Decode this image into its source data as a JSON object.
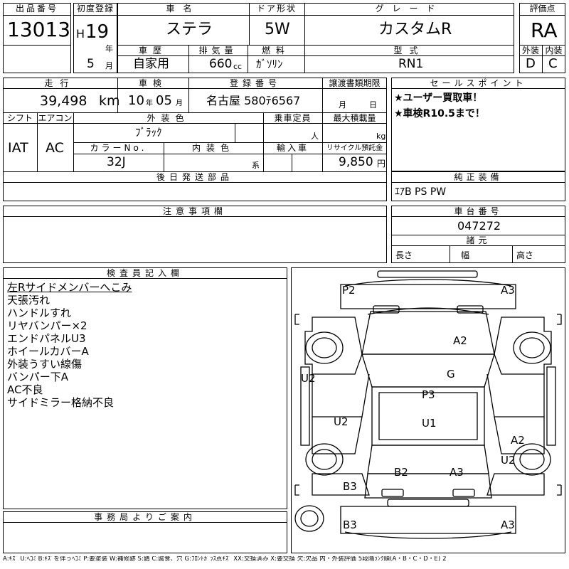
{
  "header": {
    "lot_label": "出品番号",
    "lot_number": "13013",
    "first_reg_label": "初度登録",
    "era": "H",
    "year": "19",
    "year_unit": "年",
    "month": "5",
    "month_unit": "月",
    "car_name_label": "車名",
    "car_name": "ステラ",
    "door_label": "ドア形状",
    "door": "5W",
    "grade_label": "グレード",
    "grade": "カスタムR",
    "score_label": "評価点",
    "score": "RA",
    "history_label": "車歴",
    "history": "自家用",
    "displacement_label": "排気量",
    "displacement": "660",
    "displacement_unit": "cc",
    "fuel_label": "燃料",
    "fuel": "ｶﾞｿﾘﾝ",
    "model_label": "型式",
    "model": "RN1",
    "exterior_label": "外装",
    "exterior": "D",
    "interior_label": "内装",
    "interior": "C"
  },
  "row2": {
    "mileage_label": "走行",
    "mileage": "39,498",
    "mileage_unit": "km",
    "inspection_label": "車検",
    "inspection_year": "10",
    "inspection_year_unit": "年",
    "inspection_month": "05",
    "inspection_month_unit": "月",
    "plate_label": "登録番号",
    "plate": "名古屋 580ﾃ6567",
    "transfer_label": "譲渡書類期限",
    "transfer_month_unit": "月",
    "transfer_day_unit": "日",
    "shift_label": "シフト",
    "shift": "IAT",
    "ac_label": "エアコン",
    "ac": "AC",
    "color_label": "外装色",
    "color": "ﾌﾞﾗｯｸ",
    "capacity_label": "乗車定員",
    "capacity_unit": "人",
    "max_load_label": "最大積載量",
    "max_load_unit": "kg",
    "color_no_label": "カラーNo.",
    "color_no": "32J",
    "interior_color_label": "内装色",
    "interior_color_unit": "系",
    "import_label": "輸入車",
    "recycle_label": "リサイクル預託金",
    "recycle": "9,850",
    "recycle_unit": "円"
  },
  "sales": {
    "label": "セールスポイント",
    "lines": [
      "★ユーザー買取車！",
      "★車検R10.5まで！"
    ]
  },
  "later_parts_label": "後日発送部品",
  "equipment": {
    "label": "純正装備",
    "value": "ｴｱB PS PW"
  },
  "notes_label": "注意事項欄",
  "chassis": {
    "label": "車台番号",
    "value": "047272"
  },
  "dims": {
    "label": "諸元",
    "length": "長さ",
    "width": "幅",
    "height": "高さ"
  },
  "inspector": {
    "label": "検査員記入欄",
    "lines": [
      "左Rサイドメンバーへこみ",
      "天張汚れ",
      "ハンドルすれ",
      "リヤバンパー×2",
      "エンドパネルU3",
      "ホイールカバーA",
      "外装うすい線傷",
      "バンパー下A",
      "AC不良",
      "サイドミラー格納不良"
    ]
  },
  "office_label": "事務局よりご案内",
  "diagram_marks": [
    {
      "id": "front-left",
      "text": "P2"
    },
    {
      "id": "front-right",
      "text": "A3"
    },
    {
      "id": "hood",
      "text": "A2"
    },
    {
      "id": "windshield",
      "text": "G"
    },
    {
      "id": "left-front-fender",
      "text": "U2"
    },
    {
      "id": "roof",
      "text": "P3"
    },
    {
      "id": "left-door",
      "text": "U2"
    },
    {
      "id": "roof-rear",
      "text": "U1"
    },
    {
      "id": "right-door",
      "text": "A2"
    },
    {
      "id": "right-rear-fender",
      "text": "U2"
    },
    {
      "id": "rear-left",
      "text": "B2"
    },
    {
      "id": "rear-right",
      "text": "A3"
    },
    {
      "id": "left-rear-quarter",
      "text": "B3"
    },
    {
      "id": "rear-bumper-left",
      "text": "B3"
    },
    {
      "id": "rear-bumper-right",
      "text": "A3"
    }
  ],
  "legend": "A:ｷｽﾞ U:ﾍｺﾐ B:ｷｽﾞを伴うﾍｺﾐ P:要塗装 W:補修跡 S:錆 C:腐食、穴 G:ﾌﾛﾝﾄｶﾞﾗｽ点ｷｽﾞ XX:交換済み X:要交換 欠:欠品 内・外装評価 5段階ﾗﾝｸ順(A・B・C・D・E) 2"
}
